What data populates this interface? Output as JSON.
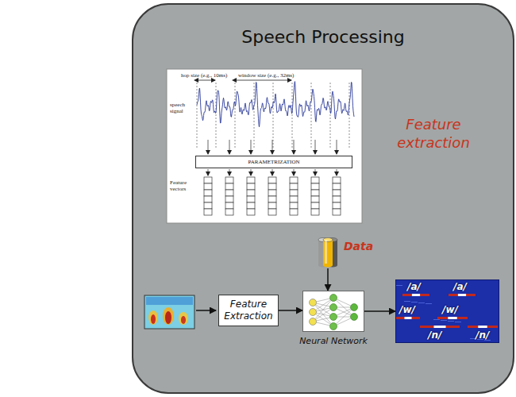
{
  "diagram": {
    "title": "Speech Processing",
    "nodes": [
      {
        "text": [
          "PARAMETRIZATION"
        ]
      },
      {
        "text": [
          "Data"
        ]
      },
      {
        "text": [
          "Feature Extraction"
        ]
      },
      {
        "text": [
          "Neural Network"
        ]
      },
      {
        "text": [
          "/a/",
          "/a/",
          "/w/",
          "/w/",
          "/n/",
          "/n/"
        ]
      }
    ],
    "edges": [
      {
        "from": 2,
        "to": 3,
        "arrow": "to"
      },
      {
        "from": 1,
        "to": 3,
        "arrow": "to"
      },
      {
        "from": 3,
        "to": 4,
        "arrow": "to"
      }
    ],
    "labels": [
      "hop size (e.g., 10ms)",
      "window size (e.g., 32ms)",
      "speech signal",
      "Feature vectors",
      "Feature extraction"
    ]
  }
}
